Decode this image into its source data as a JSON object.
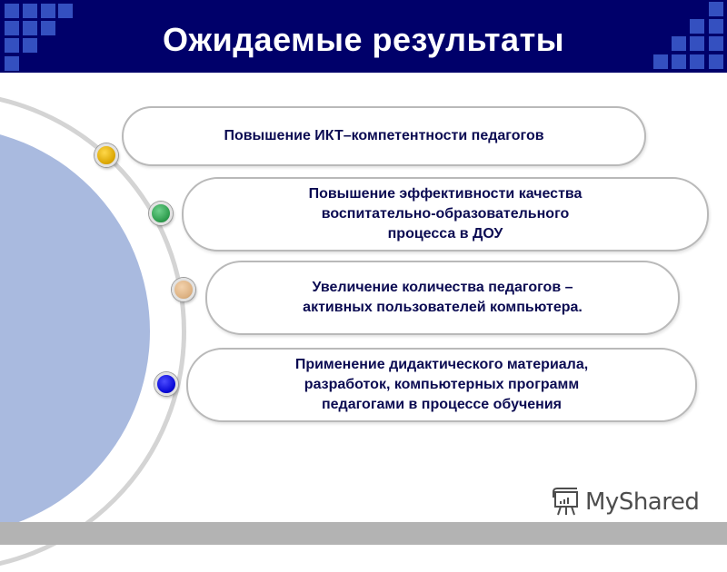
{
  "slide": {
    "title": "Ожидаемые результаты",
    "colors": {
      "header_bg": "#00006a",
      "header_squares": "#3450c0",
      "circle_fill": "#a9badf",
      "arc": "#d4d4d4",
      "text": "#0b0b52",
      "footer": "#b3b3b3"
    },
    "results": [
      {
        "text": "Повышение ИКТ–компетентности педагогов",
        "bullet_color": "#e6b400"
      },
      {
        "text": "Повышение эффективности  качества\nвоспитательно-образовательного\nпроцесса в ДОУ",
        "bullet_color": "#2f9e4f"
      },
      {
        "text": "Увеличение количества  педагогов –\nактивных пользователей компьютера.",
        "bullet_color": "#ddb283"
      },
      {
        "text": "Применение дидактического материала,\nразработок, компьютерных программ\nпедагогами в   процессе обучения",
        "bullet_color": "#0a0ad8"
      }
    ]
  },
  "watermark": {
    "icon": "presentation-board-icon",
    "text": "MyShared"
  }
}
